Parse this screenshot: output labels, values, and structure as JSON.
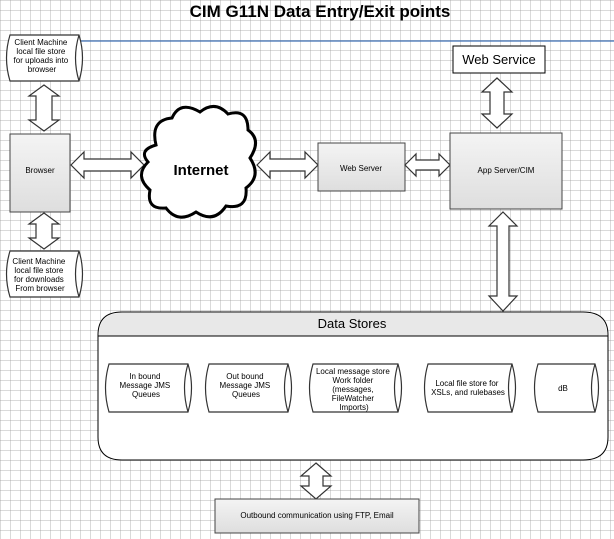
{
  "title": "CIM G11N Data Entry/Exit points",
  "nodes": {
    "client_upload": [
      "Client Machine",
      "local file store",
      "for uploads into",
      "browser"
    ],
    "browser": "Browser",
    "client_download": [
      "Client Machine",
      "local file store",
      "for downloads",
      "From browser"
    ],
    "internet": "Internet",
    "web_server": "Web Server",
    "app_server": "App Server/CIM",
    "web_service": "Web Service",
    "data_stores": "Data Stores",
    "inbound_queue": [
      "In bound",
      "Message JMS",
      "Queues"
    ],
    "outbound_queue": [
      "Out bound",
      "Message JMS",
      "Queues"
    ],
    "local_message_store": [
      "Local message store",
      "Work folder",
      "(messages,",
      "FileWatcher",
      "Imports)"
    ],
    "local_file_store": [
      "Local file store for",
      "XSLs, and rulebases"
    ],
    "db": "dB",
    "outbound_comm": "Outbound communication using FTP, Email"
  }
}
